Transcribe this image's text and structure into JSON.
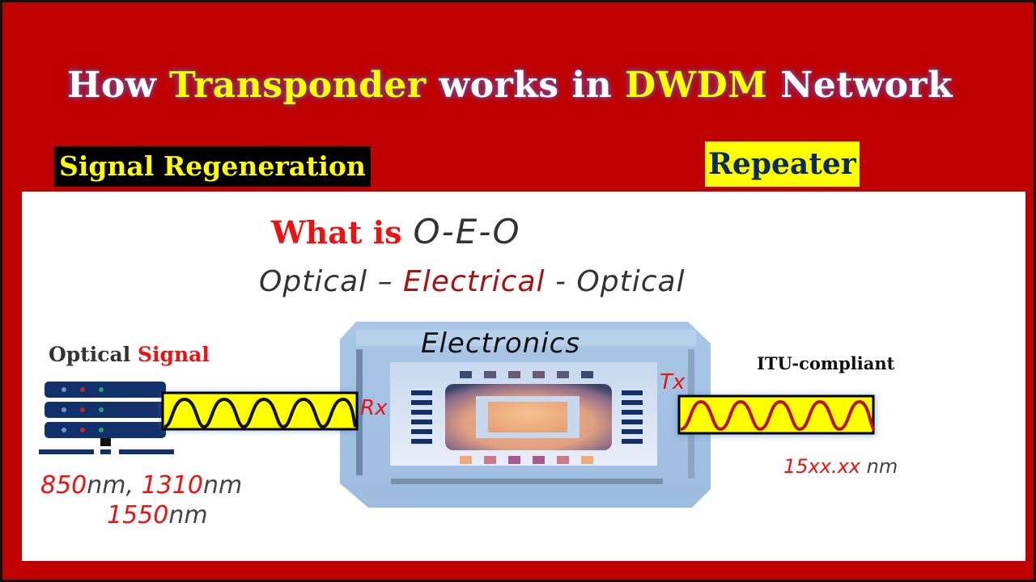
{
  "title": {
    "part1": "How ",
    "part2": "Transponder",
    "part3": " works in ",
    "part4": "DWDM",
    "part5": " Network"
  },
  "tags": {
    "left": "Signal Regeneration",
    "right": "Repeater"
  },
  "heading": {
    "what_is": "What is",
    "acronym": "O-E-O",
    "expansion_left": "Optical – ",
    "expansion_mid": "Electrical",
    "expansion_right": " - Optical"
  },
  "input_side": {
    "label_part1": "Optical ",
    "label_part2": "Signal",
    "wavelength_1": "850",
    "wavelength_2": "1310",
    "wavelength_3": "1550",
    "unit": "nm",
    "separator": ", ",
    "port_label": "Rx"
  },
  "center": {
    "label": "Electronics"
  },
  "output_side": {
    "label": "ITU-compliant",
    "wavelength": "15xx.xx",
    "unit": " nm",
    "port_label": "Tx"
  },
  "colors": {
    "frame_red": "#c00000",
    "highlight_yellow": "#ffff00",
    "text_red": "#ee1111",
    "navy": "#0a2a5a",
    "box_blue": "#a7c4e4"
  }
}
